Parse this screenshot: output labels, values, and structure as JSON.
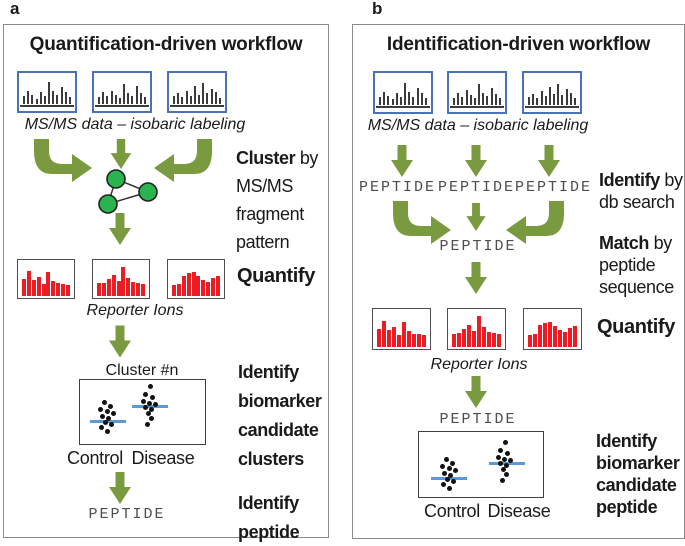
{
  "colors": {
    "arrow_green": "#7a9a40",
    "node_green": "#2ab44f",
    "bar_red": "#ec1c24",
    "spec_blue": "#4a72b8",
    "mean_blue": "#5b9bd5"
  },
  "panel_a": {
    "label": "a",
    "title": "Quantification-driven workflow",
    "msms_caption": "MS/MS data – isobaric labeling",
    "spectra": [
      [
        0.3,
        0.5,
        0.35,
        0.2,
        0.45,
        0.3,
        0.8,
        0.5,
        0.32,
        0.62,
        0.45,
        0.25
      ],
      [
        0.25,
        0.45,
        0.3,
        0.5,
        0.35,
        0.22,
        0.75,
        0.42,
        0.3,
        0.65,
        0.4,
        0.25
      ],
      [
        0.28,
        0.42,
        0.25,
        0.48,
        0.3,
        0.68,
        0.35,
        0.78,
        0.4,
        0.55,
        0.45,
        0.22
      ]
    ],
    "side_cluster": {
      "bold": "Cluster",
      "after": " by",
      "rest": [
        "MS/MS",
        "fragment",
        "pattern"
      ]
    },
    "bars": [
      [
        0.52,
        0.75,
        0.5,
        0.58,
        0.35,
        0.72,
        0.45,
        0.38,
        0.36,
        0.33
      ],
      [
        0.38,
        0.4,
        0.52,
        0.64,
        0.46,
        0.88,
        0.56,
        0.42,
        0.4,
        0.36
      ],
      [
        0.34,
        0.36,
        0.62,
        0.7,
        0.72,
        0.6,
        0.48,
        0.42,
        0.55,
        0.6
      ]
    ],
    "quantify": "Quantify",
    "reporter_caption": "Reporter Ions",
    "plot_title": "Cluster #n",
    "scatter": {
      "groups": [
        {
          "label": "Control",
          "line": {
            "x": 10,
            "y": 40,
            "w": 36
          },
          "dots": [
            [
              24,
              22
            ],
            [
              30,
              26
            ],
            [
              20,
              29
            ],
            [
              27,
              31
            ],
            [
              33,
              33
            ],
            [
              22,
              36
            ],
            [
              28,
              38
            ],
            [
              25,
              42
            ],
            [
              31,
              44
            ],
            [
              21,
              47
            ],
            [
              27,
              51
            ]
          ]
        },
        {
          "label": "Disease",
          "line": {
            "x": 52,
            "y": 25,
            "w": 36
          },
          "dots": [
            [
              70,
              6
            ],
            [
              65,
              14
            ],
            [
              72,
              17
            ],
            [
              63,
              21
            ],
            [
              69,
              23
            ],
            [
              75,
              24
            ],
            [
              65,
              27
            ],
            [
              71,
              29
            ],
            [
              68,
              33
            ],
            [
              71,
              38
            ],
            [
              67,
              44
            ]
          ]
        }
      ]
    },
    "side_identify_clusters": {
      "lines": [
        "Identify",
        "biomarker",
        "candidate",
        "clusters"
      ]
    },
    "peptide": "PEPTIDE",
    "side_identify_peptide": {
      "lines": [
        "Identify",
        "peptide"
      ]
    }
  },
  "panel_b": {
    "label": "b",
    "title": "Identification-driven workflow",
    "msms_caption": "MS/MS data – isobaric labeling",
    "spectra": [
      [
        0.3,
        0.48,
        0.32,
        0.22,
        0.42,
        0.3,
        0.78,
        0.48,
        0.3,
        0.6,
        0.42,
        0.24
      ],
      [
        0.26,
        0.44,
        0.3,
        0.52,
        0.34,
        0.24,
        0.74,
        0.44,
        0.32,
        0.62,
        0.4,
        0.26
      ],
      [
        0.28,
        0.4,
        0.26,
        0.5,
        0.32,
        0.66,
        0.38,
        0.76,
        0.36,
        0.56,
        0.44,
        0.24
      ]
    ],
    "peptides_row": [
      "PEPTIDE",
      "PEPTIDE",
      "PEPTIDE"
    ],
    "side_identify_by": {
      "bold": "Identify",
      "after": " by",
      "rest": [
        "db search"
      ]
    },
    "merged_peptide": "PEPTIDE",
    "side_match": {
      "bold": "Match",
      "after": " by",
      "rest": [
        "peptide",
        "sequence"
      ]
    },
    "bars": [
      [
        0.52,
        0.75,
        0.5,
        0.58,
        0.35,
        0.72,
        0.45,
        0.38,
        0.36,
        0.33
      ],
      [
        0.38,
        0.4,
        0.52,
        0.64,
        0.46,
        0.88,
        0.56,
        0.42,
        0.4,
        0.36
      ],
      [
        0.34,
        0.36,
        0.62,
        0.7,
        0.72,
        0.6,
        0.48,
        0.42,
        0.55,
        0.6
      ]
    ],
    "quantify": "Quantify",
    "reporter_caption": "Reporter Ions",
    "peptide_above_plot": "PEPTIDE",
    "scatter": {
      "groups": [
        {
          "label": "Control",
          "line": {
            "x": 12,
            "y": 45,
            "w": 36
          },
          "dots": [
            [
              27,
              27
            ],
            [
              33,
              31
            ],
            [
              23,
              34
            ],
            [
              30,
              36
            ],
            [
              36,
              38
            ],
            [
              25,
              41
            ],
            [
              31,
              43
            ],
            [
              28,
              47
            ],
            [
              34,
              49
            ],
            [
              24,
              52
            ],
            [
              30,
              56
            ]
          ]
        },
        {
          "label": "Disease",
          "line": {
            "x": 70,
            "y": 30,
            "w": 36
          },
          "dots": [
            [
              86,
              10
            ],
            [
              81,
              18
            ],
            [
              88,
              21
            ],
            [
              79,
              25
            ],
            [
              85,
              27
            ],
            [
              91,
              28
            ],
            [
              81,
              31
            ],
            [
              87,
              33
            ],
            [
              84,
              37
            ],
            [
              87,
              42
            ],
            [
              83,
              48
            ]
          ]
        }
      ]
    },
    "side_identify_biomarker": {
      "lines": [
        "Identify",
        "biomarker",
        "candidate",
        "peptide"
      ]
    }
  }
}
